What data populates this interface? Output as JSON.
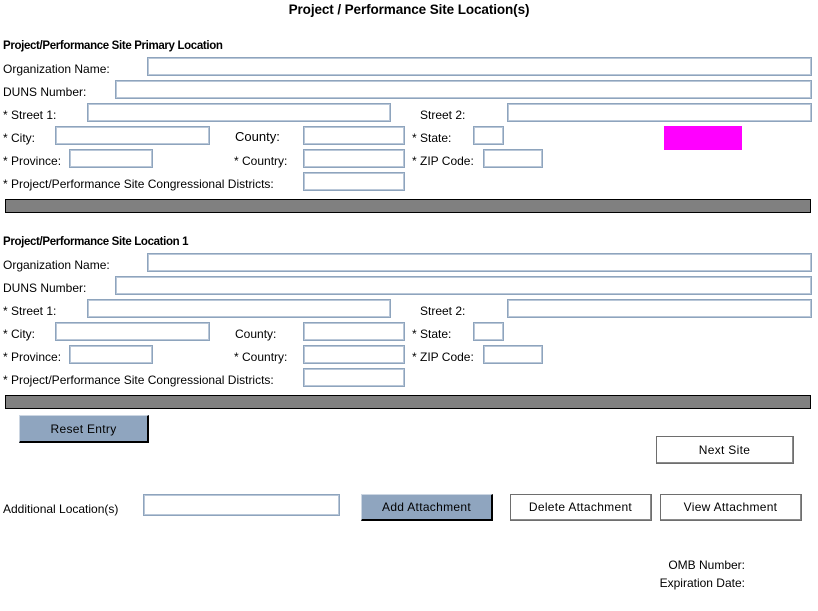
{
  "page": {
    "title": "Project / Performance Site Location(s)"
  },
  "sections": [
    {
      "heading": "Project/Performance Site Primary Location",
      "fields": {
        "organization_name_label": "Organization Name:",
        "organization_name_value": "",
        "duns_number_label": "DUNS Number:",
        "duns_number_value": "",
        "street1_label": "* Street 1:",
        "street1_value": "",
        "street2_label": "Street 2:",
        "street2_value": "",
        "city_label": "* City:",
        "city_value": "",
        "county_label": "County:",
        "county_value": "",
        "state_label": "* State:",
        "state_value": "",
        "province_label": "* Province:",
        "province_value": "",
        "country_label": "* Country:",
        "country_value": "",
        "zip_label": "* ZIP Code:",
        "zip_value": "",
        "districts_label": "* Project/Performance Site Congressional Districts:",
        "districts_value": ""
      },
      "highlight_color": "#ff00ff"
    },
    {
      "heading": "Project/Performance Site Location 1",
      "fields": {
        "organization_name_label": "Organization Name:",
        "organization_name_value": "",
        "duns_number_label": "DUNS Number:",
        "duns_number_value": "",
        "street1_label": "* Street 1:",
        "street1_value": "",
        "street2_label": "Street 2:",
        "street2_value": "",
        "city_label": "* City:",
        "city_value": "",
        "county_label": "County:",
        "county_value": "",
        "state_label": "* State:",
        "state_value": "",
        "province_label": "* Province:",
        "province_value": "",
        "country_label": "* Country:",
        "country_value": "",
        "zip_label": "* ZIP Code:",
        "zip_value": "",
        "districts_label": "* Project/Performance Site Congressional Districts:",
        "districts_value": ""
      }
    }
  ],
  "actions": {
    "reset_entry": "Reset Entry",
    "next_site": "Next Site",
    "additional_locations_label": "Additional Location(s)",
    "additional_locations_value": "",
    "add_attachment": "Add Attachment",
    "delete_attachment": "Delete Attachment",
    "view_attachment": "View  Attachment"
  },
  "footer": {
    "omb_number_label": "OMB Number:",
    "omb_number_value": "",
    "expiration_date_label": "Expiration Date:",
    "expiration_date_value": ""
  }
}
